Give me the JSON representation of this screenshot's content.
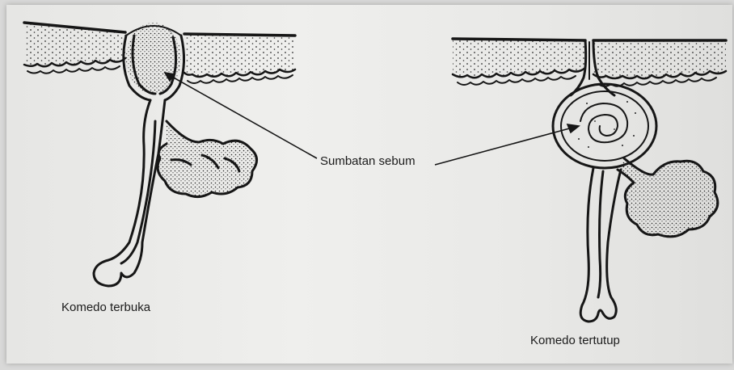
{
  "labels": {
    "open_comedo": "Komedo terbuka",
    "closed_comedo": "Komedo tertutup",
    "sebum_plug": "Sumbatan sebum"
  },
  "colors": {
    "ink": "#161616",
    "paper": "#ececea",
    "background": "#d9d9d8",
    "stipple": "#2a2a2a"
  }
}
